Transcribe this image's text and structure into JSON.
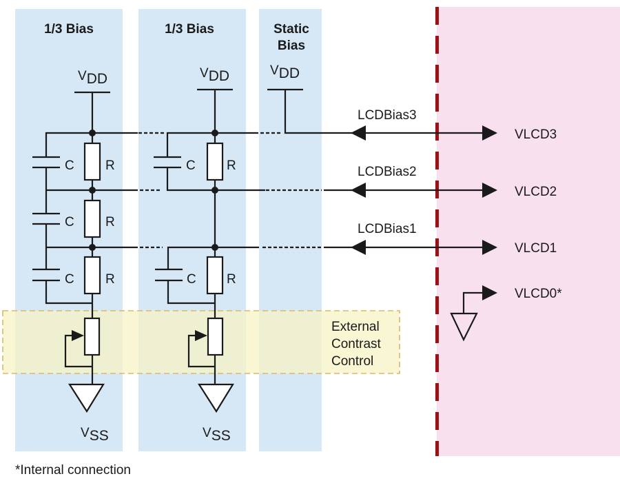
{
  "columns": [
    {
      "id": "col1",
      "title": "1/3 Bias"
    },
    {
      "id": "col2",
      "title": "1/3 Bias"
    },
    {
      "id": "col3",
      "title_line1": "Static",
      "title_line2": "Bias"
    }
  ],
  "supply": {
    "vdd_main": "V",
    "vdd_sub": "DD",
    "vss_main": "V",
    "vss_sub": "SS"
  },
  "components": {
    "capacitor": "C",
    "resistor": "R"
  },
  "contrast_box": {
    "line1": "External",
    "line2": "Contrast",
    "line3": "Control"
  },
  "bias_lines": [
    {
      "pin": "LCDBias3",
      "output": "VLCD3"
    },
    {
      "pin": "LCDBias2",
      "output": "VLCD2"
    },
    {
      "pin": "LCDBias1",
      "output": "VLCD1"
    }
  ],
  "vlcd0": "VLCD0*",
  "footnote": "*Internal connection",
  "colors": {
    "column_bg": "#d6e7f5",
    "contrast_bg": "#f6f3c4",
    "contrast_border": "#d9b86a",
    "lcd_region": "#f8e0ee",
    "boundary": "#9b1216",
    "ink": "#1a1a1a"
  }
}
